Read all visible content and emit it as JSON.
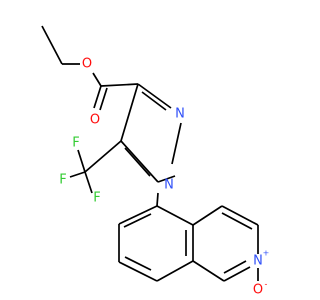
{
  "molecule": {
    "atoms": [
      {
        "id": "O_ester",
        "symbol": "O",
        "color": "#ff0d0d"
      },
      {
        "id": "O_carbonyl",
        "symbol": "O",
        "color": "#ff0d0d"
      },
      {
        "id": "N_pyrazole_2",
        "symbol": "N",
        "color": "#3050f8"
      },
      {
        "id": "N_pyrazole_1",
        "symbol": "N",
        "color": "#3050f8"
      },
      {
        "id": "F_1",
        "symbol": "F",
        "color": "#33cc33"
      },
      {
        "id": "F_2",
        "symbol": "F",
        "color": "#33cc33"
      },
      {
        "id": "F_3",
        "symbol": "F",
        "color": "#33cc33"
      },
      {
        "id": "N_isoquinoline",
        "symbol": "N",
        "color": "#3050f8",
        "charge": "+"
      },
      {
        "id": "O_oxide",
        "symbol": "O",
        "color": "#ff0d0d",
        "charge": "-"
      }
    ],
    "bond_color": "#000000"
  }
}
